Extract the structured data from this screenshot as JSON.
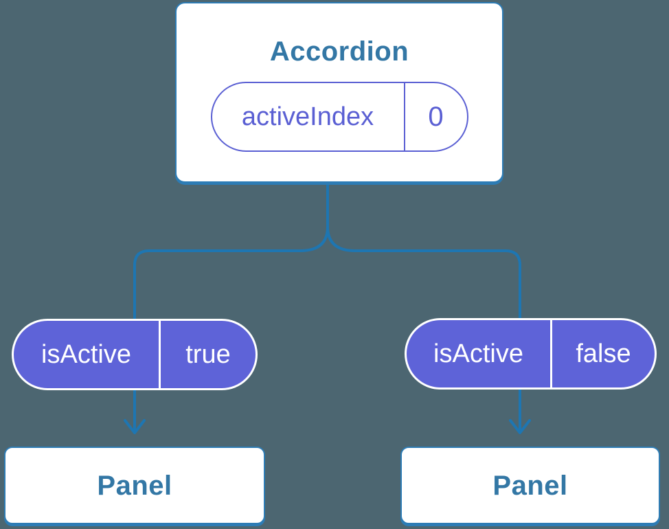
{
  "theme": {
    "background": "#4C6671",
    "connector_blue": "#1E76B2",
    "box_border_blue": "#2D7CB5",
    "box_text_blue": "#3377A5",
    "pill_purple": "#5E63D8",
    "pill_text_white": "#FFFFFF",
    "state_purple": "#5A5FD3",
    "box_fill": "#FFFFFF"
  },
  "tree": {
    "root": {
      "title": "Accordion",
      "state_pill": {
        "name": "activeIndex",
        "value": "0"
      }
    },
    "children": [
      {
        "prop_pill": {
          "name": "isActive",
          "value": "true"
        },
        "panel": {
          "title": "Panel"
        }
      },
      {
        "prop_pill": {
          "name": "isActive",
          "value": "false"
        },
        "panel": {
          "title": "Panel"
        }
      }
    ]
  }
}
